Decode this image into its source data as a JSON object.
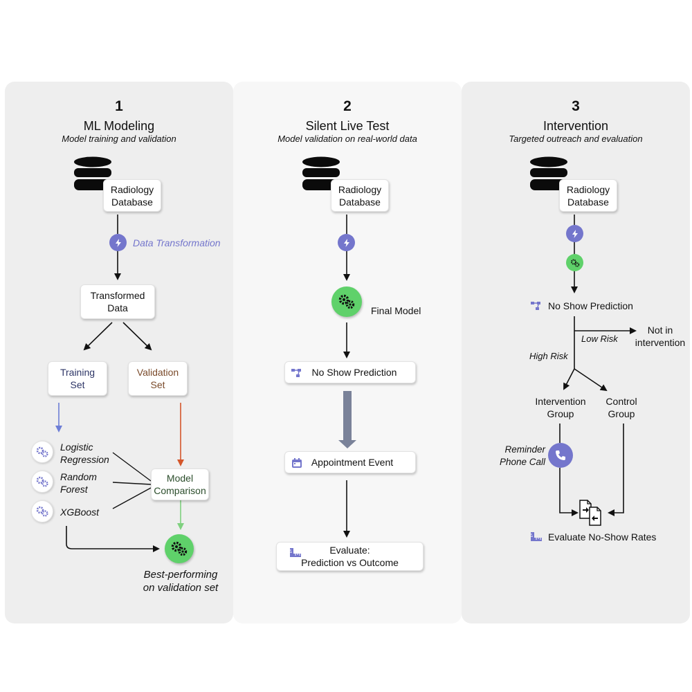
{
  "colors": {
    "purple": "#7476cc",
    "green": "#5fd16a",
    "orange": "#d4562a",
    "navy": "#2d3566",
    "brown": "#7a4a2a",
    "darkgreen": "#2b4d2b",
    "grey_arrow": "#7a8299",
    "light_blue_arrow": "#6d7ed6",
    "light_green_arrow": "#7fd17f"
  },
  "panel1": {
    "number": "1",
    "title": "ML Modeling",
    "subtitle": "Model training and validation",
    "db_label_line1": "Radiology",
    "db_label_line2": "Database",
    "transform_label": "Data Transformation",
    "transformed_line1": "Transformed",
    "transformed_line2": "Data",
    "training_line1": "Training",
    "training_line2": "Set",
    "validation_line1": "Validation",
    "validation_line2": "Set",
    "models": [
      {
        "line1": "Logistic",
        "line2": "Regression"
      },
      {
        "line1": "Random",
        "line2": "Forest"
      },
      {
        "line1": "XGBoost",
        "line2": ""
      }
    ],
    "comparison_line1": "Model",
    "comparison_line2": "Comparison",
    "best_line1": "Best-performing",
    "best_line2": "on validation set"
  },
  "panel2": {
    "number": "2",
    "title": "Silent Live Test",
    "subtitle": "Model validation on real-world data",
    "db_label_line1": "Radiology",
    "db_label_line2": "Database",
    "final_model": "Final Model",
    "prediction": "No Show Prediction",
    "appointment": "Appointment Event",
    "evaluate_line1": "Evaluate:",
    "evaluate_line2": "Prediction vs Outcome"
  },
  "panel3": {
    "number": "3",
    "title": "Intervention",
    "subtitle": "Targeted outreach and evaluation",
    "db_label_line1": "Radiology",
    "db_label_line2": "Database",
    "prediction": "No Show Prediction",
    "low_risk": "Low Risk",
    "not_in_line1": "Not in",
    "not_in_line2": "intervention",
    "high_risk": "High Risk",
    "intervention_line1": "Intervention",
    "intervention_line2": "Group",
    "control_line1": "Control",
    "control_line2": "Group",
    "reminder_line1": "Reminder",
    "reminder_line2": "Phone Call",
    "evaluate": "Evaluate No-Show Rates"
  }
}
